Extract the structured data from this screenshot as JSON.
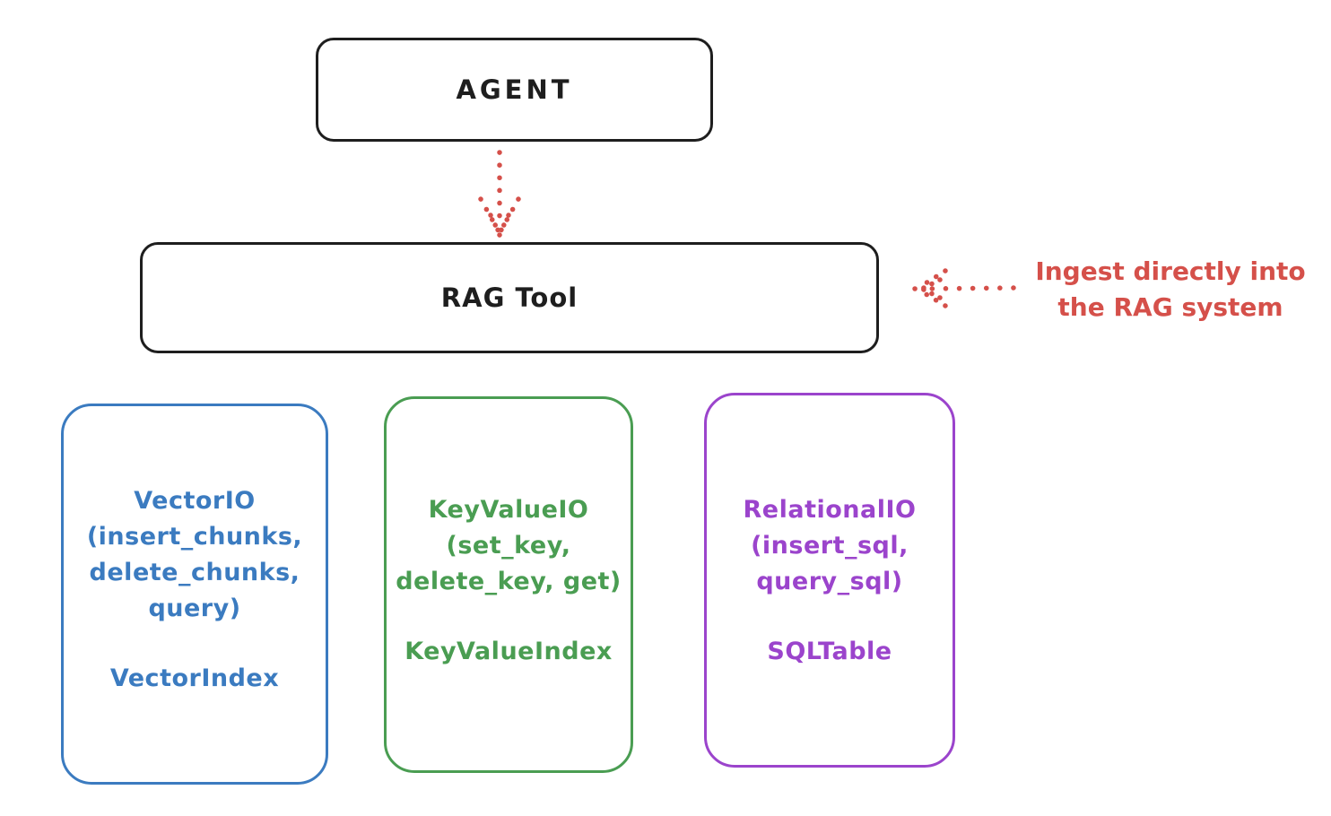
{
  "colors": {
    "stroke": "#1e1e1e",
    "red": "#d5504a",
    "blue": "#3b7bc0",
    "green": "#4a9d52",
    "purple": "#9b44cc"
  },
  "agent": {
    "label": "AGENT"
  },
  "rag_tool": {
    "label": "RAG Tool"
  },
  "annotation": {
    "lines": [
      "Ingest directly into",
      "the RAG system"
    ]
  },
  "backends": {
    "vector": {
      "api_lines": [
        "VectorIO",
        "(insert_chunks,",
        "delete_chunks,",
        "query)"
      ],
      "index_label": "VectorIndex"
    },
    "keyvalue": {
      "api_lines": [
        "KeyValueIO",
        "(set_key,",
        "delete_key, get)"
      ],
      "index_label": "KeyValueIndex"
    },
    "relational": {
      "api_lines": [
        "RelationalIO",
        "(insert_sql,",
        "query_sql)"
      ],
      "index_label": "SQLTable"
    }
  }
}
